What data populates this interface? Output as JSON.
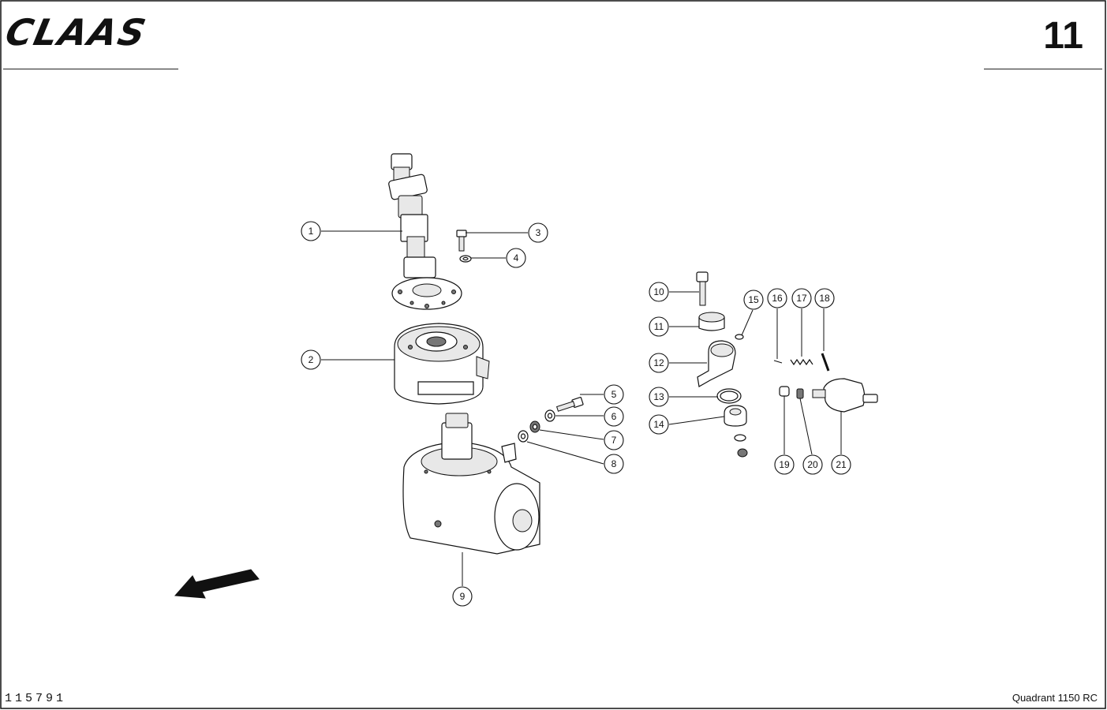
{
  "header": {
    "brand": "CLAAS",
    "page_number": "11"
  },
  "footer": {
    "drawing_number": "115791",
    "model": "Quadrant 1150 RC"
  },
  "callouts": [
    "1",
    "2",
    "3",
    "4",
    "5",
    "6",
    "7",
    "8",
    "9",
    "10",
    "11",
    "12",
    "13",
    "14",
    "15",
    "16",
    "17",
    "18",
    "19",
    "20",
    "21"
  ],
  "icons": {
    "direction_arrow": "direction-arrow-icon"
  }
}
